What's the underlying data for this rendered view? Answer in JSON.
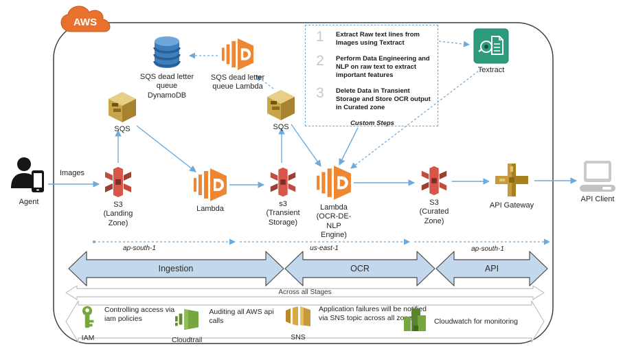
{
  "aws_logo_text": "AWS",
  "nodes": {
    "agent": {
      "label": "Agent",
      "icon": "person-device-icon"
    },
    "dynamodb": {
      "label": "SQS dead letter\nqueue\nDynamoDB",
      "icon": "dynamodb-icon"
    },
    "dlq_lambda": {
      "label": "SQS dead letter\nqueue Lambda",
      "icon": "lambda-icon"
    },
    "sqs1": {
      "label": "SQS",
      "icon": "sqs-icon"
    },
    "sqs2": {
      "label": "SQS",
      "icon": "sqs-icon"
    },
    "textract": {
      "label": "Textract",
      "icon": "textract-icon"
    },
    "s3_landing": {
      "label": "S3\n(Landing\nZone)",
      "icon": "s3-icon"
    },
    "lambda1": {
      "label": "Lambda",
      "icon": "lambda-icon"
    },
    "s3_transient": {
      "label": "s3\n(Transient\nStorage)",
      "icon": "s3-icon"
    },
    "lambda_ocr": {
      "label": "Lambda\n(OCR-DE-\nNLP\nEngine)",
      "icon": "lambda-icon"
    },
    "s3_curated": {
      "label": "S3\n(Curated\nZone)",
      "icon": "s3-icon"
    },
    "api_gateway": {
      "label": "API Gateway",
      "icon": "api-gateway-icon"
    },
    "api_client": {
      "label": "API Client",
      "icon": "laptop-icon"
    }
  },
  "edge_labels": {
    "images": "Images"
  },
  "custom_steps": {
    "caption": "Custom Steps",
    "items": [
      {
        "num": "1",
        "text": "Extract Raw text lines from Images using Textract"
      },
      {
        "num": "2",
        "text": "Perform Data Engineering and NLP on raw text to extract important features"
      },
      {
        "num": "3",
        "text": "Delete Data in Transient Storage and Store OCR output  in Curated zone"
      }
    ]
  },
  "regions": [
    {
      "label": "ap-south-1"
    },
    {
      "label": "us-east-1"
    },
    {
      "label": "ap-south-1"
    }
  ],
  "stages": [
    {
      "label": "Ingestion"
    },
    {
      "label": "OCR"
    },
    {
      "label": "API"
    }
  ],
  "across_stages_label": "Across all Stages",
  "legend": [
    {
      "name": "IAM",
      "label": "IAM",
      "icon": "iam-key-icon",
      "text": "Controlling access via iam policies"
    },
    {
      "name": "Cloudtrail",
      "label": "Cloudtrail",
      "icon": "cloudtrail-icon",
      "text": "Auditing all AWS api calls"
    },
    {
      "name": "SNS",
      "label": "SNS",
      "icon": "sns-icon",
      "text": "Application failures will be notified via SNS topic across all zones"
    },
    {
      "name": "Cloudwatch",
      "label": "",
      "icon": "cloudwatch-icon",
      "text": "Cloudwatch for monitoring"
    }
  ],
  "colors": {
    "connector_blue": "#6CA9DC",
    "stage_arrow_fill": "#C4D8ED",
    "aws_orange": "#E8722D",
    "lambda_orange": "#ED8733",
    "s3_red": "#C14B3E",
    "sqs_gold": "#C9A54A",
    "dynamodb_blue": "#3D7EBF",
    "api_gateway_gold": "#C59B3B",
    "textract_teal": "#2E9B7F",
    "security_green": "#76A73F",
    "sns_gold": "#D9A843"
  }
}
